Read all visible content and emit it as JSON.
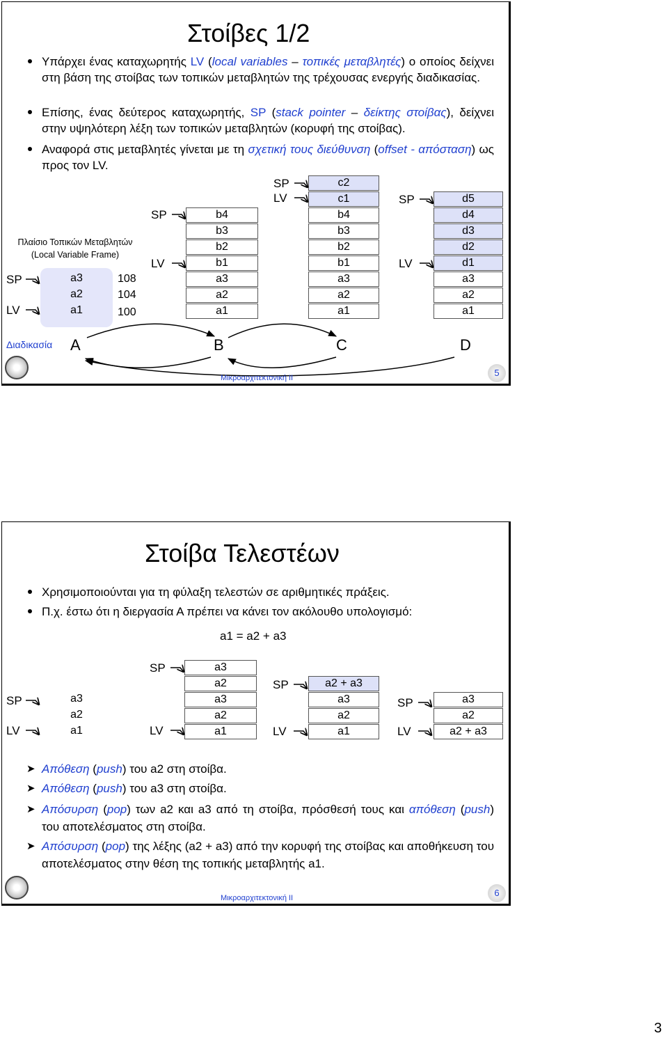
{
  "s1": {
    "title": "Στοίβες 1/2",
    "b1": {
      "t1": "Υπάρχει ένας καταχωρητής ",
      "t2": "LV",
      "t3": " (",
      "t4": "local variables",
      "t5": " – ",
      "t6": "τοπικές μεταβλητές",
      "t7": ") ο οποίος δείχνει στη βάση της στοίβας των τοπικών μεταβλητών της τρέχουσας ενεργής διαδικασίας."
    },
    "b2": {
      "t1": "Επίσης, ένας δεύτερος καταχωρητής, ",
      "t2": "SP",
      "t3": " (",
      "t4": "stack pointer",
      "t5": " – ",
      "t6": "δείκτης στοίβας",
      "t7": "), δείχνει στην υψηλότερη λέξη των τοπικών μεταβλητών (κορυφή της στοίβας)."
    },
    "b3": {
      "t1": "Αναφορά στις μεταβλητές γίνεται με τη ",
      "t2": "σχετική τους διεύθυνση",
      "t3": " (",
      "t4": "offset - απόσταση",
      "t5": ") ως προς τον LV."
    },
    "frame_label": [
      "Πλαίσιο Τοπικών Μεταβλητών",
      "(Local Variable Frame)"
    ],
    "sp": "SP",
    "lv": "LV",
    "colA": [
      "a3",
      "a2",
      "a1"
    ],
    "addr": [
      "108",
      "104",
      "100"
    ],
    "colB": [
      "b4",
      "b3",
      "b2",
      "b1",
      "a3",
      "a2",
      "a1"
    ],
    "colC": [
      "c2",
      "c1",
      "b4",
      "b3",
      "b2",
      "b1",
      "a3",
      "a2",
      "a1"
    ],
    "colD": [
      "d5",
      "d4",
      "d3",
      "d2",
      "d1",
      "a3",
      "a2",
      "a1"
    ],
    "proc_label": "Διαδικασία",
    "procs": [
      "A",
      "B",
      "C",
      "D"
    ],
    "footer": "Μικροαρχιτεκτονική ΙΙ",
    "page": "5"
  },
  "s2": {
    "title": "Στοίβα Τελεστέων",
    "b1": "Χρησιμοποιούνται για τη φύλαξη τελεστών σε αριθμητικές πράξεις.",
    "b2": "Π.χ. έστω ότι η διεργασία Α πρέπει να κάνει τον ακόλουθο υπολογισμό:",
    "formula": "a1 = a2 + a3",
    "sp": "SP",
    "lv": "LV",
    "col1": [
      "a3",
      "a2",
      "a1"
    ],
    "col2": [
      "a3",
      "a2",
      "a3",
      "a2",
      "a1"
    ],
    "col3": [
      "a2 + a3",
      "a3",
      "a2",
      "a1"
    ],
    "col4": [
      "a3",
      "a2",
      "a2 + a3"
    ],
    "s1": {
      "t1": "Απόθεση",
      "t2": " (",
      "t3": "push",
      "t4": ") του a2 στη στοίβα."
    },
    "s2": {
      "t1": "Απόθεση",
      "t2": " (",
      "t3": "push",
      "t4": ") του a3 στη στοίβα."
    },
    "s3": {
      "t1": "Απόσυρση",
      "t2": " (",
      "t3": "pop",
      "t4": ") των a2 και a3 από τη στοίβα, πρόσθεσή τους και ",
      "t5": "απόθεση",
      "t6": " (",
      "t7": "push",
      "t8": ") του αποτελέσματος στη στοίβα."
    },
    "s4": {
      "t1": "Απόσυρση",
      "t2": " (",
      "t3": "pop",
      "t4": ") της λέξης (a2 + a3) από την κορυφή της στοίβας και αποθήκευση του αποτελέσματος στην θέση της τοπικής μεταβλητής a1."
    },
    "footer": "Μικροαρχιτεκτονική ΙΙ",
    "page": "6"
  },
  "page_number": "3",
  "colors": {
    "accent": "#1f3fcf",
    "cell_fill": "#dde1f8",
    "frame_fill": "#e4e6fa"
  }
}
